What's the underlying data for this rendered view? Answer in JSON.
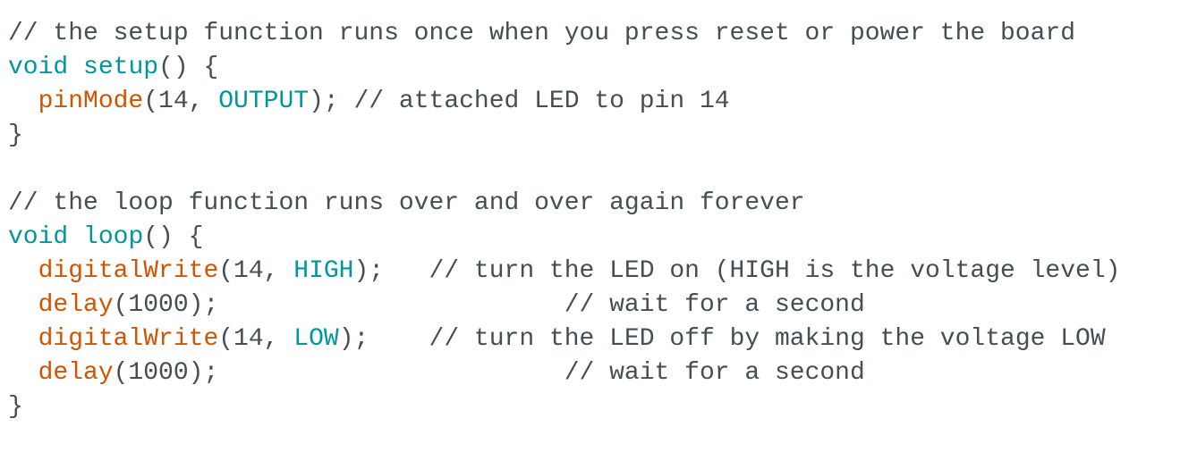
{
  "editor": {
    "lines": [
      [
        {
          "t": "// the setup function runs once when you press reset or power the board",
          "c": "cm",
          "name": "comment"
        }
      ],
      [
        {
          "t": "void",
          "c": "kw",
          "name": "keyword-void"
        },
        {
          "t": " ",
          "c": "txt",
          "name": "whitespace"
        },
        {
          "t": "setup",
          "c": "kw",
          "name": "function-name-setup"
        },
        {
          "t": "() {",
          "c": "txt",
          "name": "punctuation"
        }
      ],
      [
        {
          "t": "  ",
          "c": "txt",
          "name": "indent"
        },
        {
          "t": "pinMode",
          "c": "fn",
          "name": "call-pinmode"
        },
        {
          "t": "(14, ",
          "c": "txt",
          "name": "arguments"
        },
        {
          "t": "OUTPUT",
          "c": "const",
          "name": "constant-output"
        },
        {
          "t": "); ",
          "c": "txt",
          "name": "punctuation"
        },
        {
          "t": "// attached LED to pin 14",
          "c": "cm",
          "name": "comment"
        }
      ],
      [
        {
          "t": "}",
          "c": "txt",
          "name": "closing-brace"
        }
      ],
      [],
      [
        {
          "t": "// the loop function runs over and over again forever",
          "c": "cm",
          "name": "comment"
        }
      ],
      [
        {
          "t": "void",
          "c": "kw",
          "name": "keyword-void"
        },
        {
          "t": " ",
          "c": "txt",
          "name": "whitespace"
        },
        {
          "t": "loop",
          "c": "kw",
          "name": "function-name-loop"
        },
        {
          "t": "() {",
          "c": "txt",
          "name": "punctuation"
        }
      ],
      [
        {
          "t": "  ",
          "c": "txt",
          "name": "indent"
        },
        {
          "t": "digitalWrite",
          "c": "fn",
          "name": "call-digitalwrite"
        },
        {
          "t": "(14, ",
          "c": "txt",
          "name": "arguments"
        },
        {
          "t": "HIGH",
          "c": "const",
          "name": "constant-high"
        },
        {
          "t": ");   ",
          "c": "txt",
          "name": "punctuation"
        },
        {
          "t": "// turn the LED on (HIGH is the voltage level)",
          "c": "cm",
          "name": "comment"
        }
      ],
      [
        {
          "t": "  ",
          "c": "txt",
          "name": "indent"
        },
        {
          "t": "delay",
          "c": "fn",
          "name": "call-delay"
        },
        {
          "t": "(1000);                       ",
          "c": "txt",
          "name": "arguments"
        },
        {
          "t": "// wait for a second",
          "c": "cm",
          "name": "comment"
        }
      ],
      [
        {
          "t": "  ",
          "c": "txt",
          "name": "indent"
        },
        {
          "t": "digitalWrite",
          "c": "fn",
          "name": "call-digitalwrite"
        },
        {
          "t": "(14, ",
          "c": "txt",
          "name": "arguments"
        },
        {
          "t": "LOW",
          "c": "const",
          "name": "constant-low"
        },
        {
          "t": ");    ",
          "c": "txt",
          "name": "punctuation"
        },
        {
          "t": "// turn the LED off by making the voltage LOW",
          "c": "cm",
          "name": "comment"
        }
      ],
      [
        {
          "t": "  ",
          "c": "txt",
          "name": "indent"
        },
        {
          "t": "delay",
          "c": "fn",
          "name": "call-delay"
        },
        {
          "t": "(1000);                       ",
          "c": "txt",
          "name": "arguments"
        },
        {
          "t": "// wait for a second",
          "c": "cm",
          "name": "comment"
        }
      ],
      [
        {
          "t": "}",
          "c": "txt",
          "name": "closing-brace"
        }
      ]
    ]
  }
}
